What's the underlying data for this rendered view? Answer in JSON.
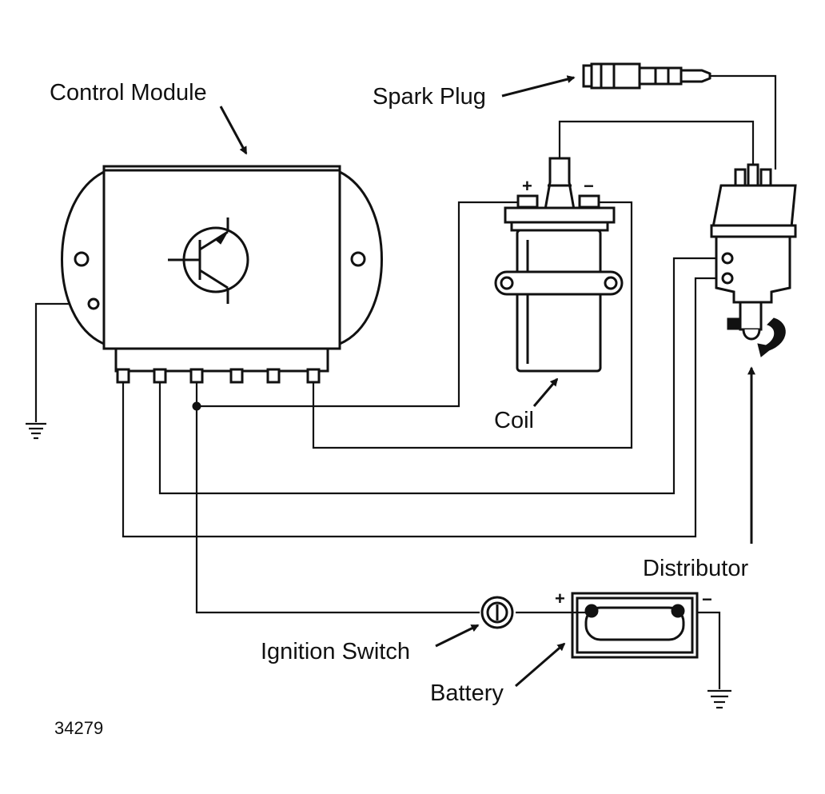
{
  "labels": {
    "control_module": "Control Module",
    "spark_plug": "Spark Plug",
    "coil": "Coil",
    "distributor": "Distributor",
    "ignition_switch": "Ignition Switch",
    "battery": "Battery",
    "figure_number": "34279"
  },
  "terminals": {
    "coil_positive": "+",
    "coil_negative": "−",
    "battery_positive": "+",
    "battery_negative": "−"
  },
  "colors": {
    "ink": "#111111",
    "background": "#ffffff"
  }
}
